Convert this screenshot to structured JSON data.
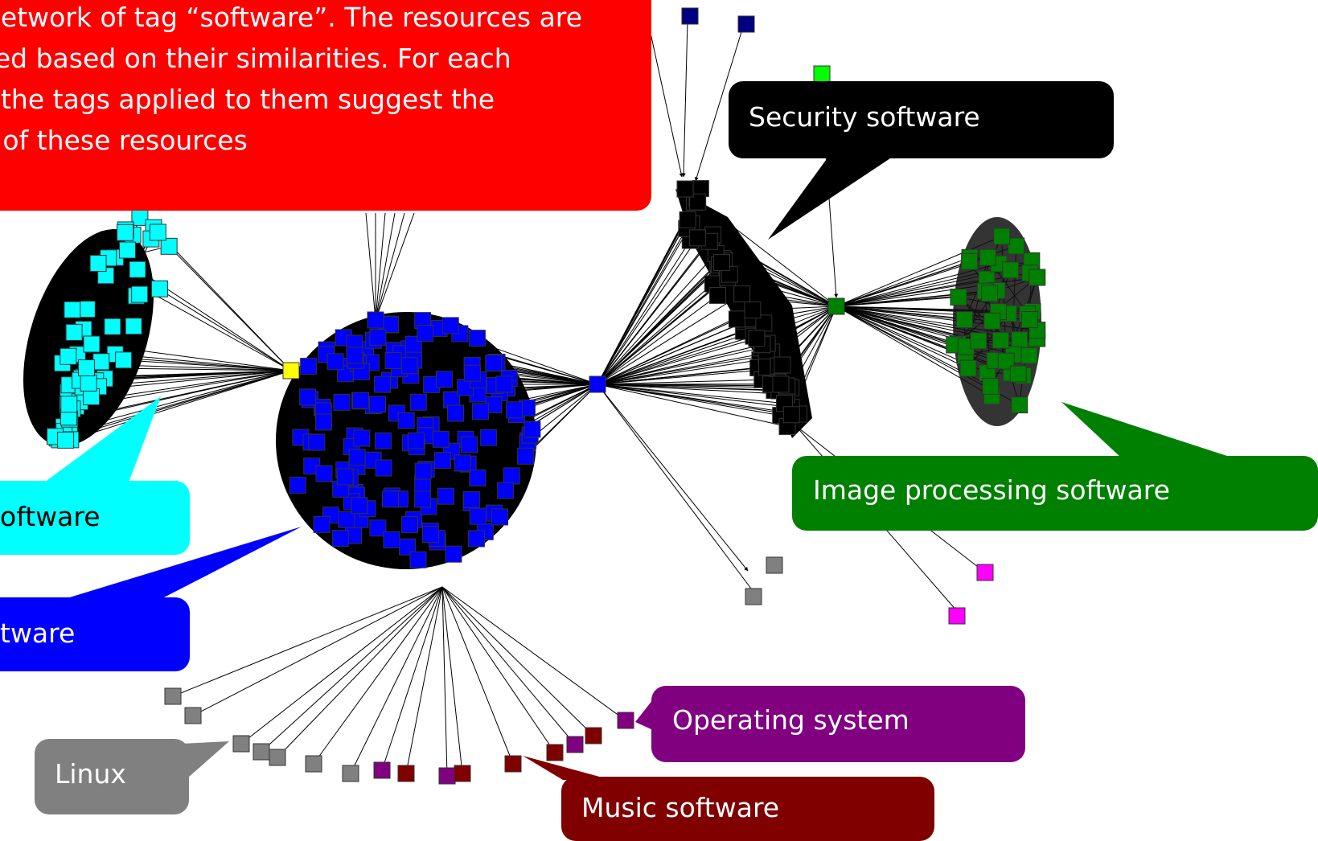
{
  "annotation": {
    "lines": [
      "network of tag “software”. The resources are",
      "red based on their similarities. For each",
      ", the tags applied to them suggest the",
      "t of these resources"
    ]
  },
  "callouts": {
    "security": "Security software",
    "image_processing": "Image processing software",
    "cyan_partial": "oftware",
    "blue_partial": "tware",
    "operating_system": "Operating system",
    "music": "Music software",
    "linux": "Linux"
  },
  "colors": {
    "annotation": "#ff0000",
    "cyan_cluster": "#00ffff",
    "blue_cluster": "#0000ff",
    "security": "#000000",
    "image_processing": "#008000",
    "operating_system": "#800080",
    "music": "#800000",
    "linux": "#808080",
    "hub_yellow": "#ffff00",
    "top_green": "#00ff00",
    "top_navy": "#000080",
    "magenta": "#ff00ff"
  }
}
